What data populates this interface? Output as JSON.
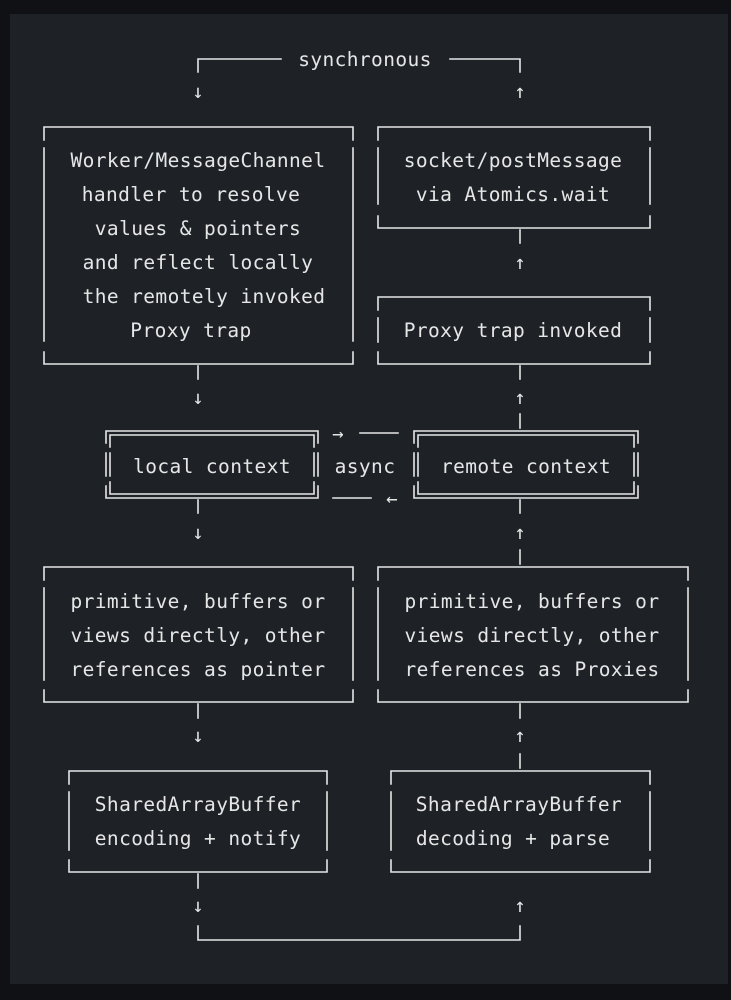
{
  "labels": {
    "synchronous": "synchronous",
    "async": "async"
  },
  "boxes": {
    "worker_handler": [
      "Worker/MessageChannel",
      "handler to resolve",
      "values & pointers",
      "and reflect locally",
      "the remotely invoked",
      "Proxy trap"
    ],
    "socket_post": [
      "socket/postMessage",
      "via Atomics.wait"
    ],
    "proxy_trap": [
      "Proxy trap invoked"
    ],
    "local_context": [
      "local context"
    ],
    "remote_context": [
      "remote context"
    ],
    "local_refs": [
      "primitive, buffers or",
      "views directly, other",
      "references as pointer"
    ],
    "remote_refs": [
      "primitive, buffers or",
      "views directly, other",
      "references as Proxies"
    ],
    "sab_encode": [
      "SharedArrayBuffer",
      "encoding + notify"
    ],
    "sab_decode": [
      "SharedArrayBuffer",
      "decoding + parse"
    ]
  },
  "arrows": {
    "down": "↓",
    "up": "↑",
    "right": "→",
    "left": "←"
  },
  "colors": {
    "page_bg": "#0f1115",
    "panel_bg": "#1e2227",
    "ink": "#e6e6e6"
  }
}
